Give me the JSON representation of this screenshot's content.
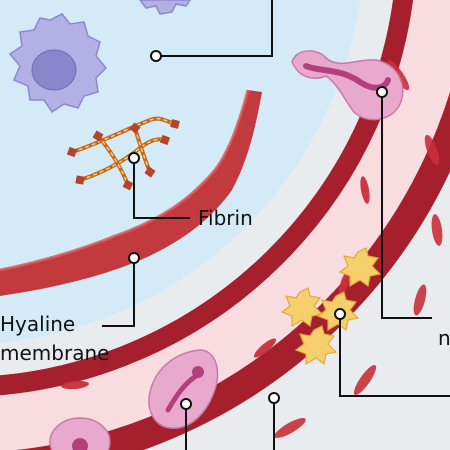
{
  "labels": {
    "fibrin": "Fibrin",
    "hyaline_line1": "Hyaline",
    "hyaline_line2": "membrane",
    "partial_right": "n"
  },
  "icons": {
    "macrophage": "macrophage-icon",
    "fibrin": "fibrin-strand-icon",
    "neutrophil": "neutrophil-icon",
    "platelets": "platelet-cluster-icon",
    "red_blood_cell": "red-blood-cell-icon"
  },
  "colors": {
    "background": "#e9ecee",
    "alveolus_fill": "#d4ebf7",
    "vessel_wall": "#a01f2c",
    "vessel_lumen": "#f9dcdf",
    "hyaline_membrane": "#c23a3e",
    "platelet": "#f5cf6c",
    "neutrophil": "#e9a9cc",
    "macrophage": "#b3b0e6",
    "fibrin": "#c8661e",
    "leader_line": "#111111"
  }
}
